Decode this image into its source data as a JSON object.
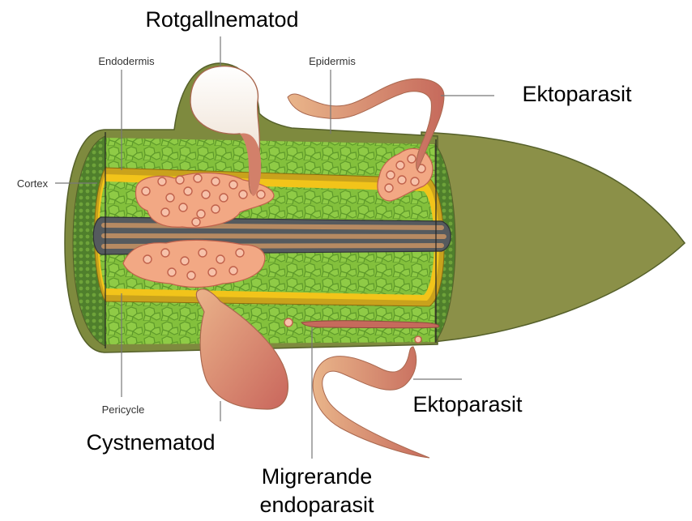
{
  "labels": {
    "rotgallnematod": "Rotgallnematod",
    "endodermis": "Endodermis",
    "epidermis": "Epidermis",
    "ektoparasit_top": "Ektoparasit",
    "cortex": "Cortex",
    "pericycle": "Pericycle",
    "cystnematod": "Cystnematod",
    "ektoparasit_bottom": "Ektoparasit",
    "migrerande_line1": "Migrerande",
    "migrerande_line2": "endoparasit"
  },
  "colors": {
    "root_dark": "#7e8a3e",
    "root_tip": "#8b9048",
    "cortex_green": "#7dbb3a",
    "cell_outline": "#5e9a2a",
    "yellow_band": "#f2c41a",
    "vascular_dark": "#555a5e",
    "vascular_brown": "#b68a62",
    "giant_cell": "#f2a884",
    "nematode": "#d2806a",
    "cyst": "#d9a07a"
  }
}
